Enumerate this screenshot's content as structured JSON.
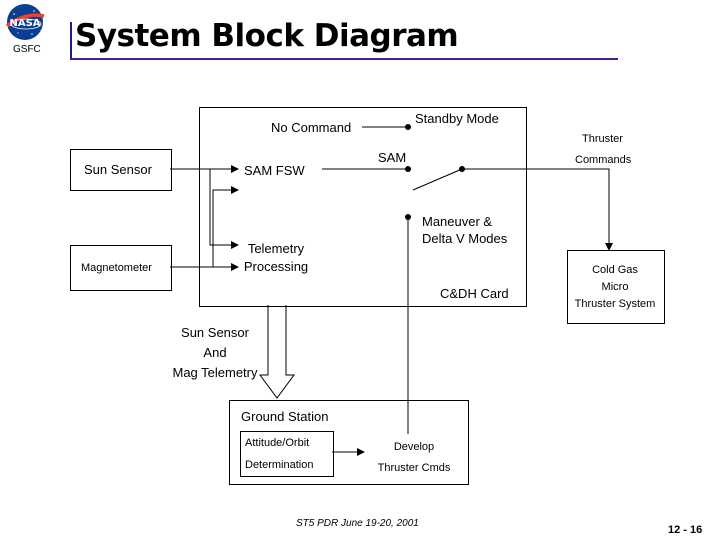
{
  "header": {
    "title": "System Block Diagram",
    "org_label": "GSFC",
    "logo_text": "NASA",
    "accent_color": "#4b1a9c"
  },
  "diagram": {
    "cdh_card": {
      "no_command": "No Command",
      "standby_mode": "Standby Mode",
      "sam": "SAM",
      "sam_fsw": "SAM FSW",
      "telemetry_line1": "Telemetry",
      "telemetry_line2": "Processing",
      "maneuver_line1": "Maneuver &",
      "maneuver_line2": "Delta V  Modes",
      "card_label": "C&DH Card"
    },
    "sun_sensor": "Sun Sensor",
    "magnetometer": "Magnetometer",
    "thruster_line1": "Thruster",
    "thruster_line2": "Commands",
    "cold_gas_line1": "Cold Gas",
    "cold_gas_line2": "Micro",
    "cold_gas_line3": "Thruster System",
    "telemetry_line1": "Sun Sensor",
    "telemetry_line2": "And",
    "telemetry_line3": "Mag Telemetry",
    "ground_station": {
      "title": "Ground Station",
      "attitude_line1": "Attitude/Orbit",
      "attitude_line2": "Determination",
      "develop_line1": "Develop",
      "develop_line2": "Thruster Cmds"
    }
  },
  "footer": {
    "event": "ST5 PDR June 19-20, 2001",
    "page": "12 - 16"
  }
}
